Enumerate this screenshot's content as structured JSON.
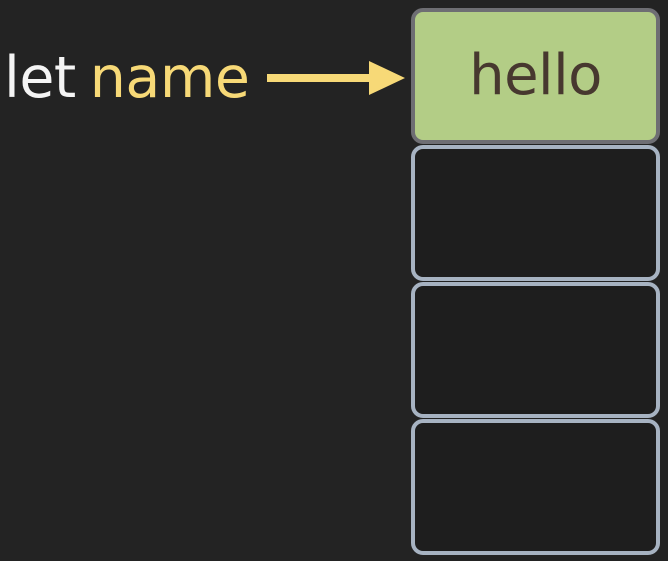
{
  "diagram": {
    "type": "variable-binding-memory-cells",
    "background_color": "#232323",
    "binding": {
      "keyword": "let",
      "keyword_color": "#f4f4f4",
      "identifier": "name",
      "identifier_color": "#f7d977",
      "arrow": {
        "name": "points-to-arrow",
        "direction": "right",
        "color": "#f7d977"
      }
    },
    "memory": {
      "cell_border_color": "#a7b3c2",
      "filled_cell_fill_color": "#b3cd86",
      "filled_cell_border_color": "#6e6e73",
      "filled_cell_text_color": "#47382f",
      "cells": [
        {
          "index": 0,
          "value": "hello",
          "state": "filled"
        },
        {
          "index": 1,
          "value": "",
          "state": "empty"
        },
        {
          "index": 2,
          "value": "",
          "state": "empty"
        },
        {
          "index": 3,
          "value": "",
          "state": "empty"
        }
      ]
    }
  }
}
